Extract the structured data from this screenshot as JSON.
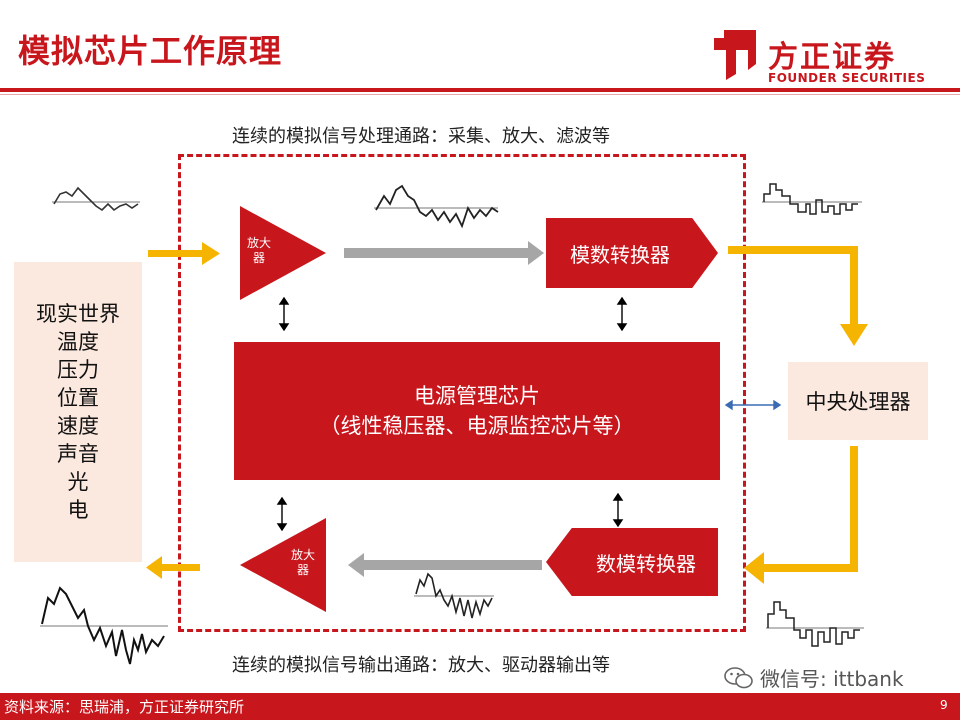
{
  "header": {
    "title": "模拟芯片工作原理",
    "brand_cn": "方正证券",
    "brand_en": "FOUNDER SECURITIES"
  },
  "diagram": {
    "top_caption": "连续的模拟信号处理通路：采集、放大、滤波等",
    "bottom_caption": "连续的模拟信号输出通路：放大、驱动器输出等",
    "real_world": [
      "现实世界",
      "温度",
      "压力",
      "位置",
      "速度",
      "声音",
      "光",
      "电"
    ],
    "amplifier_top": [
      "放大",
      "器"
    ],
    "amplifier_bottom": [
      "放大",
      "器"
    ],
    "adc_label": "模数转换器",
    "dac_label": "数模转换器",
    "power_title": "电源管理芯片",
    "power_subtitle": "（线性稳压器、电源监控芯片等）",
    "cpu_label": "中央处理器"
  },
  "footer": {
    "source": "资料来源：思瑞浦，方正证券研究所",
    "page_number": "9",
    "watermark": "微信号: ittbank"
  },
  "colors": {
    "brand_red": "#c8161d",
    "arrow_yellow": "#f5b400",
    "arrow_gray": "#a6a6a6",
    "panel_peach": "#fbe9df"
  },
  "icons": {
    "logo": "founder-logo-icon",
    "watermark": "wechat-icon"
  }
}
